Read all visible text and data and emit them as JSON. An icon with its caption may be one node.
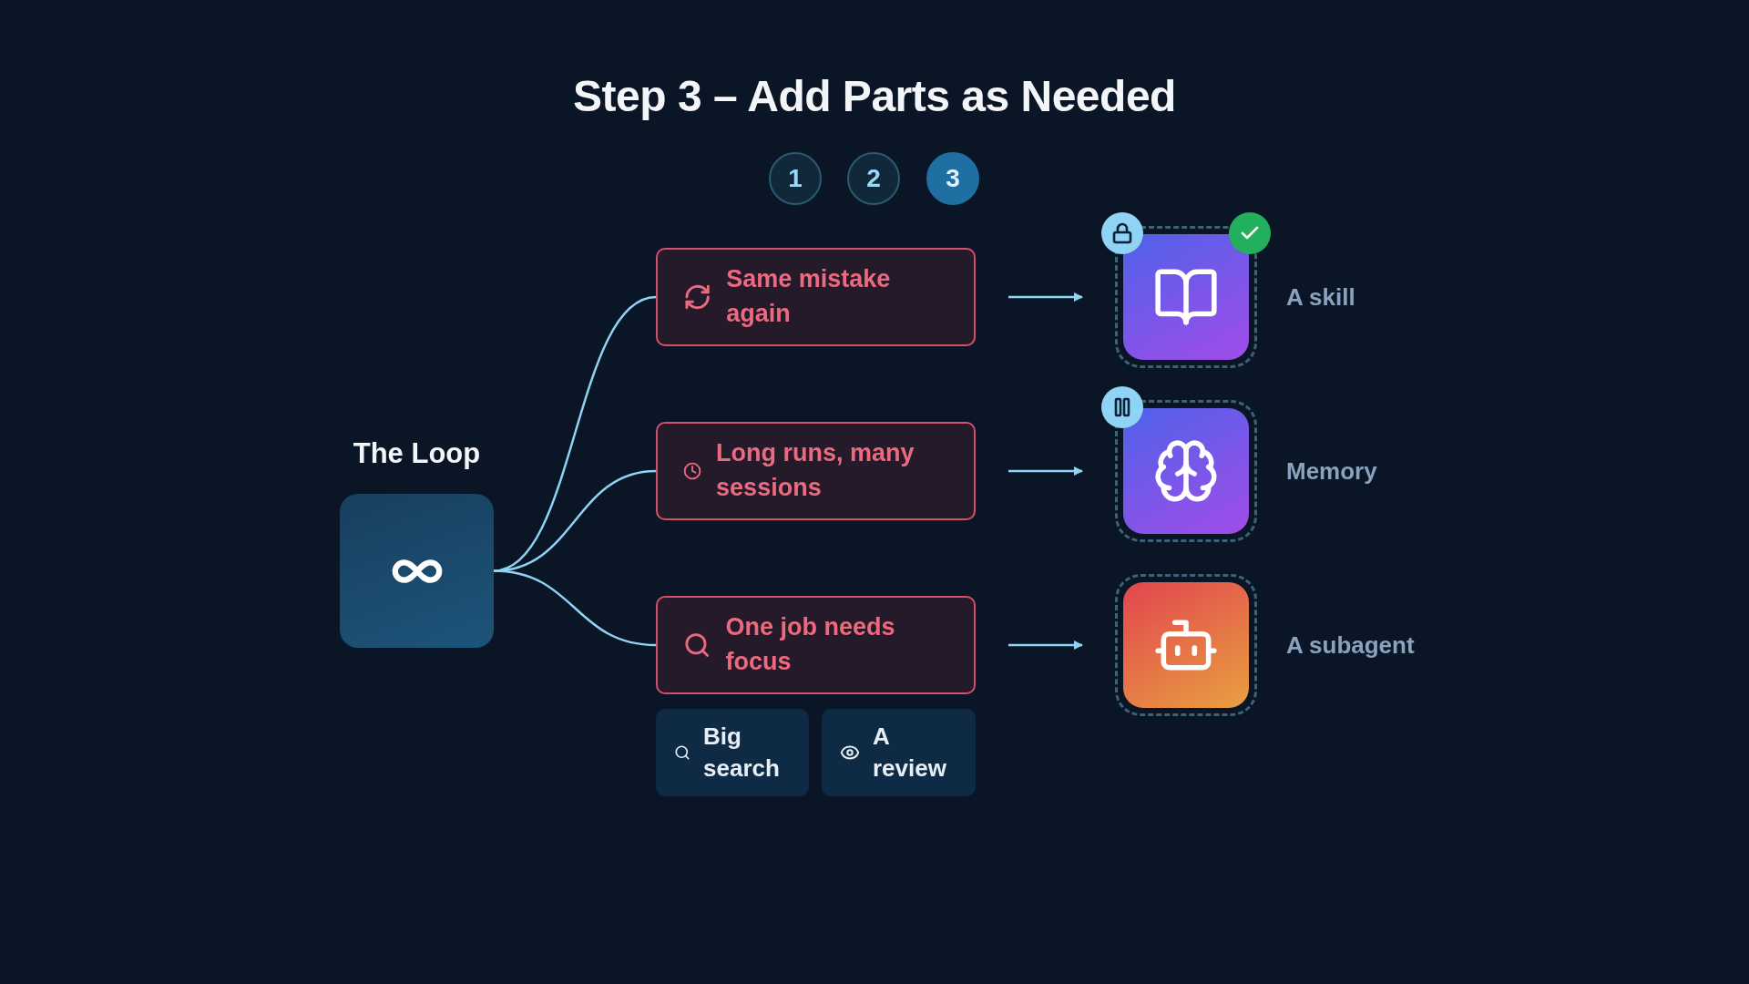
{
  "diagram": {
    "title": "Step 3 – Add Parts as Needed",
    "nodes": [
      {
        "text": [
          "1"
        ]
      },
      {
        "text": [
          "2"
        ]
      },
      {
        "text": [
          "3"
        ]
      },
      {
        "text": [
          "The Loop"
        ]
      },
      {
        "text": [
          "Same mistake again"
        ]
      },
      {
        "text": [
          "Long runs, many sessions"
        ]
      },
      {
        "text": [
          "One job needs focus"
        ]
      },
      {
        "text": [
          "Big search"
        ]
      },
      {
        "text": [
          "A review"
        ]
      },
      {
        "text": [],
        "shape": "box",
        "beside": [
          "A skill"
        ]
      },
      {
        "text": [],
        "shape": "box",
        "beside": [
          "Memory"
        ]
      },
      {
        "text": [],
        "shape": "box",
        "beside": [
          "A subagent"
        ]
      }
    ],
    "edges": [
      {
        "from": 3,
        "to": 4,
        "arrow": "none"
      },
      {
        "from": 3,
        "to": 5,
        "arrow": "none"
      },
      {
        "from": 3,
        "to": 6,
        "arrow": "none"
      },
      {
        "from": 4,
        "to": 9,
        "arrow": "to"
      },
      {
        "from": 5,
        "to": 10,
        "arrow": "to"
      },
      {
        "from": 6,
        "to": 11,
        "arrow": "to"
      }
    ]
  }
}
